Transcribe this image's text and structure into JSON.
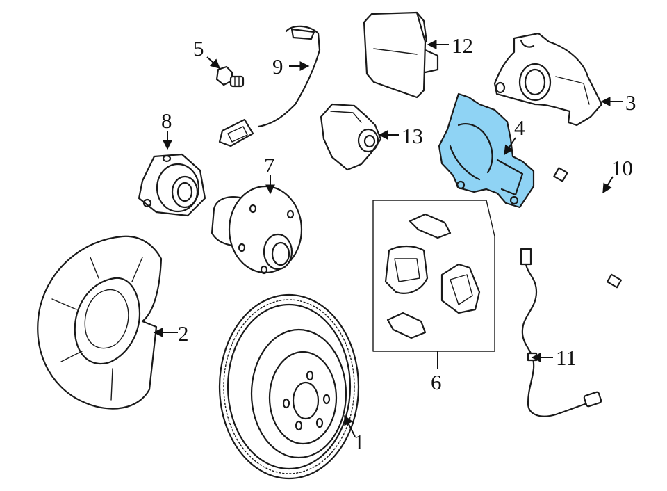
{
  "colors": {
    "highlight": "#8fd3f4",
    "ink": "#1a1a1a"
  },
  "callouts": {
    "c1": "1",
    "c2": "2",
    "c3": "3",
    "c4": "4",
    "c5": "5",
    "c6": "6",
    "c7": "7",
    "c8": "8",
    "c9": "9",
    "c10": "10",
    "c11": "11",
    "c12": "12",
    "c13": "13"
  }
}
